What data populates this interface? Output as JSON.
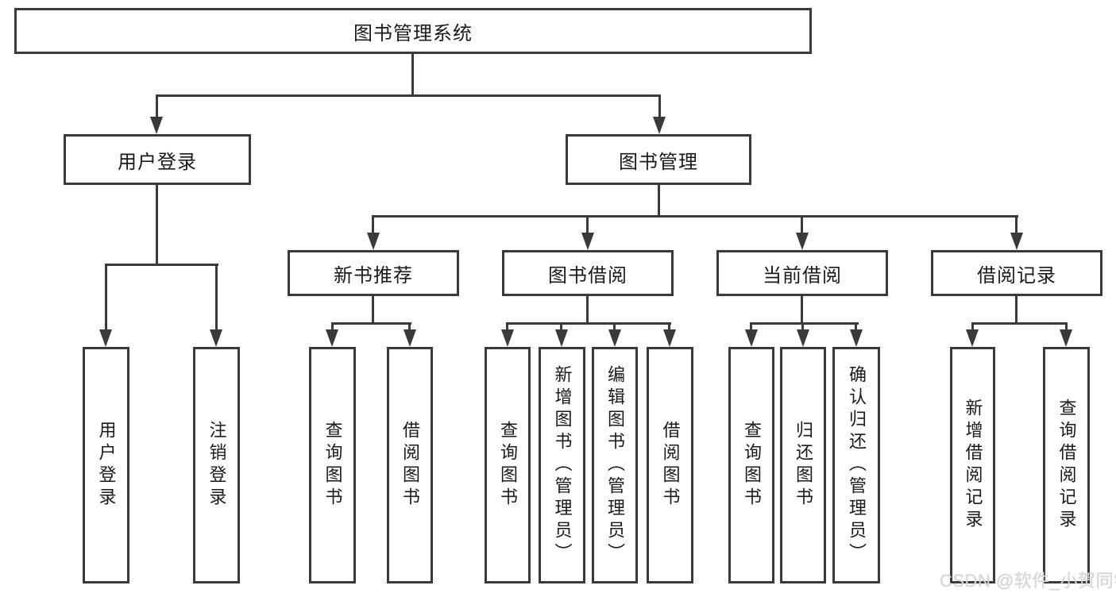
{
  "tree": {
    "root": {
      "label": "图书管理系统",
      "children": [
        {
          "label": "用户登录",
          "children": [
            {
              "label": "用户登录"
            },
            {
              "label": "注销登录"
            }
          ]
        },
        {
          "label": "图书管理",
          "children": [
            {
              "label": "新书推荐",
              "children": [
                {
                  "label": "查询图书"
                },
                {
                  "label": "借阅图书"
                }
              ]
            },
            {
              "label": "图书借阅",
              "children": [
                {
                  "label": "查询图书"
                },
                {
                  "label": "新增图书（管理员）"
                },
                {
                  "label": "编辑图书（管理员）"
                },
                {
                  "label": "借阅图书"
                }
              ]
            },
            {
              "label": "当前借阅",
              "children": [
                {
                  "label": "查询图书"
                },
                {
                  "label": "归还图书"
                },
                {
                  "label": "确认归还（管理员）"
                }
              ]
            },
            {
              "label": "借阅记录",
              "children": [
                {
                  "label": "新增借阅记录"
                },
                {
                  "label": "查询借阅记录"
                }
              ]
            }
          ]
        }
      ]
    }
  },
  "watermark": {
    "text": "CSDN @软件_小贺同学"
  },
  "colors": {
    "line": "#3a3a3a",
    "box_border": "#3a3a3a",
    "text": "#1a1a1a",
    "background": "#ffffff",
    "watermark": "#d8d8d8"
  }
}
